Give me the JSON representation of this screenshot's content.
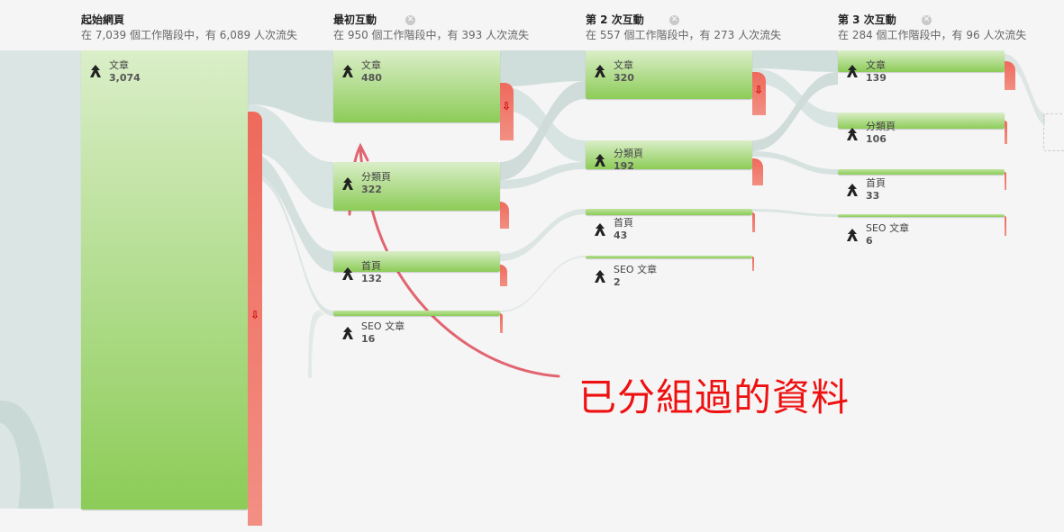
{
  "columns": [
    {
      "title": "起始網頁",
      "subtitle": "在 7,039 個工作階段中，有 6,089 人次流失",
      "closable": false
    },
    {
      "title": "最初互動",
      "subtitle": "在 950 個工作階段中，有 393 人次流失",
      "closable": true
    },
    {
      "title": "第 2 次互動",
      "subtitle": "在 557 個工作階段中，有 273 人次流失",
      "closable": true
    },
    {
      "title": "第 3 次互動",
      "subtitle": "在 284 個工作階段中，有 96 人次流失",
      "closable": true
    }
  ],
  "nodes": [
    [
      {
        "name": "文章",
        "value": "3,074"
      }
    ],
    [
      {
        "name": "文章",
        "value": "480"
      },
      {
        "name": "分類頁",
        "value": "322"
      },
      {
        "name": "首頁",
        "value": "132"
      },
      {
        "name": "SEO 文章",
        "value": "16"
      }
    ],
    [
      {
        "name": "文章",
        "value": "320"
      },
      {
        "name": "分類頁",
        "value": "192"
      },
      {
        "name": "首頁",
        "value": "43"
      },
      {
        "name": "SEO 文章",
        "value": "2"
      }
    ],
    [
      {
        "name": "文章",
        "value": "139"
      },
      {
        "name": "分類頁",
        "value": "106"
      },
      {
        "name": "首頁",
        "value": "33"
      },
      {
        "name": "SEO 文章",
        "value": "6"
      }
    ]
  ],
  "annotation": "已分組過的資料",
  "icons": {
    "node": "merge-icon",
    "close": "close-icon",
    "dropoff": "down-arrow-icon"
  },
  "colors": {
    "node": "#8ccc57",
    "dropoff": "#ee6a5c",
    "flow": "#cdddd9",
    "annotation": "#ee1111"
  }
}
